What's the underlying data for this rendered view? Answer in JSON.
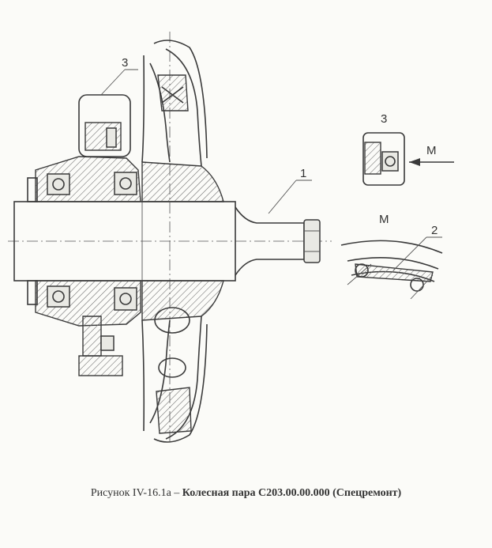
{
  "labels": {
    "callout_3": "3",
    "callout_1": "1",
    "callout_2": "2",
    "detail_3_title": "3",
    "detail_m_arrow": "М",
    "detail_m_title": "М"
  },
  "caption": {
    "prefix": "Рисунок IV-16.1а –",
    "title": "Колесная пара С203.00.00.000 (Спецремонт)"
  }
}
